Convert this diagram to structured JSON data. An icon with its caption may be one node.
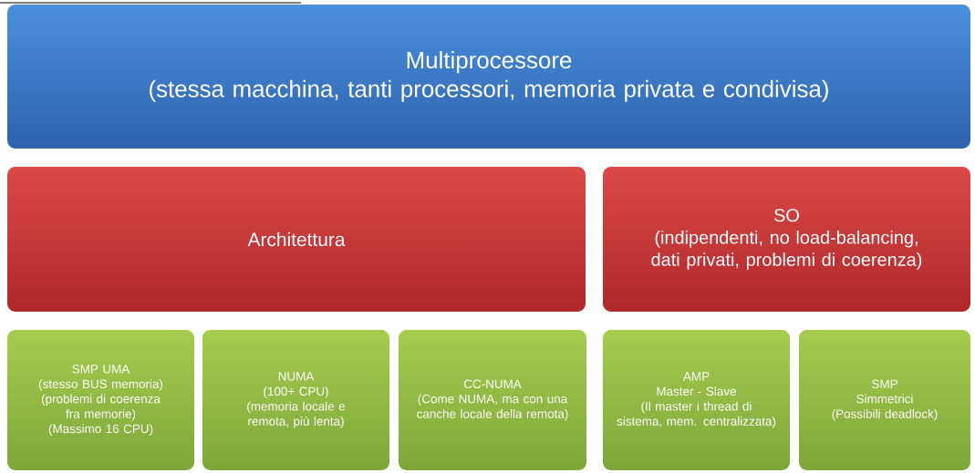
{
  "diagram": {
    "nodes": [
      {
        "text": [
          "Multiprocessore",
          "(stessa macchina, tanti processori, memoria privata e condivisa)"
        ]
      },
      {
        "text": [
          "Architettura"
        ]
      },
      {
        "text": [
          "SO",
          "(indipendenti, no load-balancing, dati privati, problemi di coerenza)"
        ]
      },
      {
        "text": [
          "SMP UMA",
          "(stesso BUS memoria)",
          "(problemi di coerenza fra memorie)",
          "(Massimo 16 CPU)"
        ]
      },
      {
        "text": [
          "NUMA",
          "(100+ CPU)",
          "(memoria locale e remota, più lenta)"
        ]
      },
      {
        "text": [
          "CC-NUMA",
          "(Come NUMA, ma con una canche locale della remota)"
        ]
      },
      {
        "text": [
          "AMP",
          "Master - Slave",
          "(Il master i thread di sistema, mem. centralizzata)"
        ]
      },
      {
        "text": [
          "SMP",
          "Simmetrici",
          "(Possibili deadlock)"
        ]
      }
    ]
  }
}
